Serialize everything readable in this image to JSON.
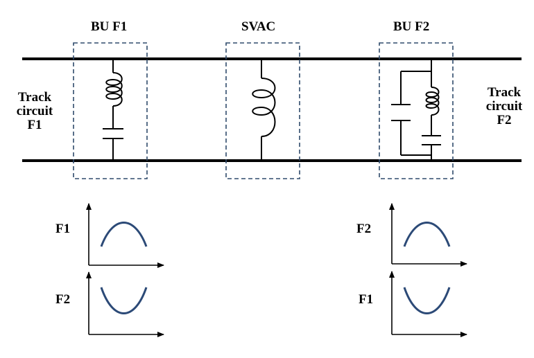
{
  "units": {
    "left": "BU F1",
    "middle": "SVAC",
    "right": "BU F2"
  },
  "track_left": [
    "Track",
    "circuit",
    "F1"
  ],
  "track_right": [
    "Track",
    "circuit",
    "F2"
  ],
  "graphs": {
    "left_top": "F1",
    "left_bottom": "F2",
    "right_top": "F2",
    "right_bottom": "F1"
  },
  "colors": {
    "rail": "#000000",
    "box_outline": "#2f4a6b",
    "wave": "#2c4a77"
  }
}
